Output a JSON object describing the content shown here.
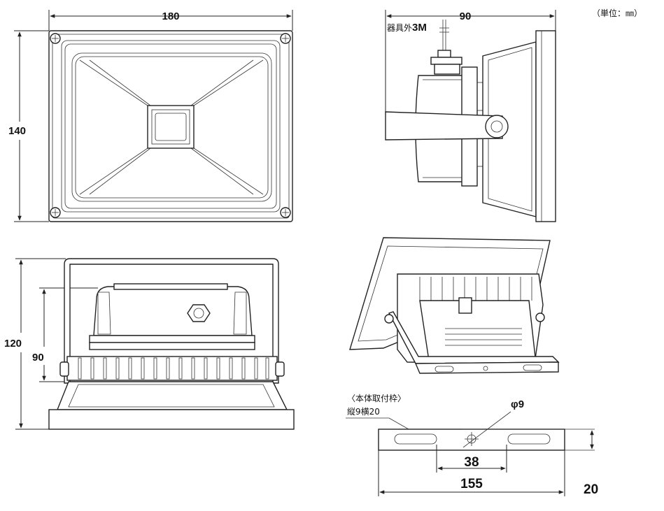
{
  "units_note": "（単位：㎜）",
  "front_view": {
    "width_label": "180",
    "height_label": "140"
  },
  "side_view": {
    "depth_label": "90",
    "cable_label_prefix": "器具外",
    "cable_label_value": "3M"
  },
  "bottom_view": {
    "total_height_label": "120",
    "body_height_label": "90"
  },
  "bracket": {
    "title": "〈本体取付枠〉",
    "slot_note": "縦9横20",
    "hole_label": "φ9",
    "hole_spacing_label": "38",
    "length_label": "155",
    "width_label": "20"
  }
}
